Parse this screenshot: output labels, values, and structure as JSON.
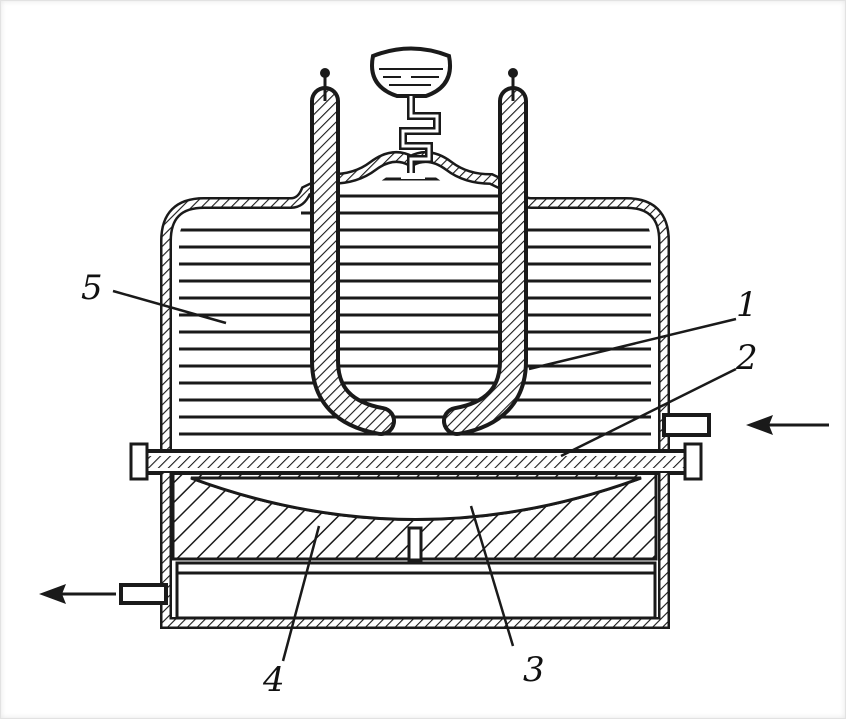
{
  "diagram": {
    "labels": [
      {
        "id": "1",
        "text": "1"
      },
      {
        "id": "2",
        "text": "2"
      },
      {
        "id": "3",
        "text": "3"
      },
      {
        "id": "4",
        "text": "4"
      },
      {
        "id": "5",
        "text": "5"
      }
    ],
    "arrows": {
      "inlet": "inlet-arrow",
      "outlet": "outlet-arrow"
    },
    "colors": {
      "ink": "#1a1a1a",
      "paper": "#ffffff"
    }
  }
}
